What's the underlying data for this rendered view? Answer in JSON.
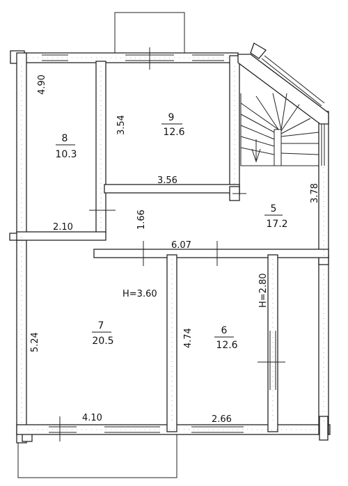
{
  "rooms": [
    {
      "number": "9",
      "area": "12.6"
    },
    {
      "number": "8",
      "area": "10.3"
    },
    {
      "number": "5",
      "area": "17.2"
    },
    {
      "number": "7",
      "area": "20.5"
    },
    {
      "number": "6",
      "area": "12.6"
    }
  ],
  "dimensions": {
    "d_490": "4.90",
    "d_354": "3.54",
    "d_356": "3.56",
    "d_210": "2.10",
    "d_166": "1.66",
    "d_378": "3.78",
    "d_607": "6.07",
    "d_524": "5.24",
    "d_474": "4.74",
    "d_410": "4.10",
    "d_266": "2.66"
  },
  "heights": {
    "main": "H=3.60",
    "room6": "H=2.80"
  }
}
